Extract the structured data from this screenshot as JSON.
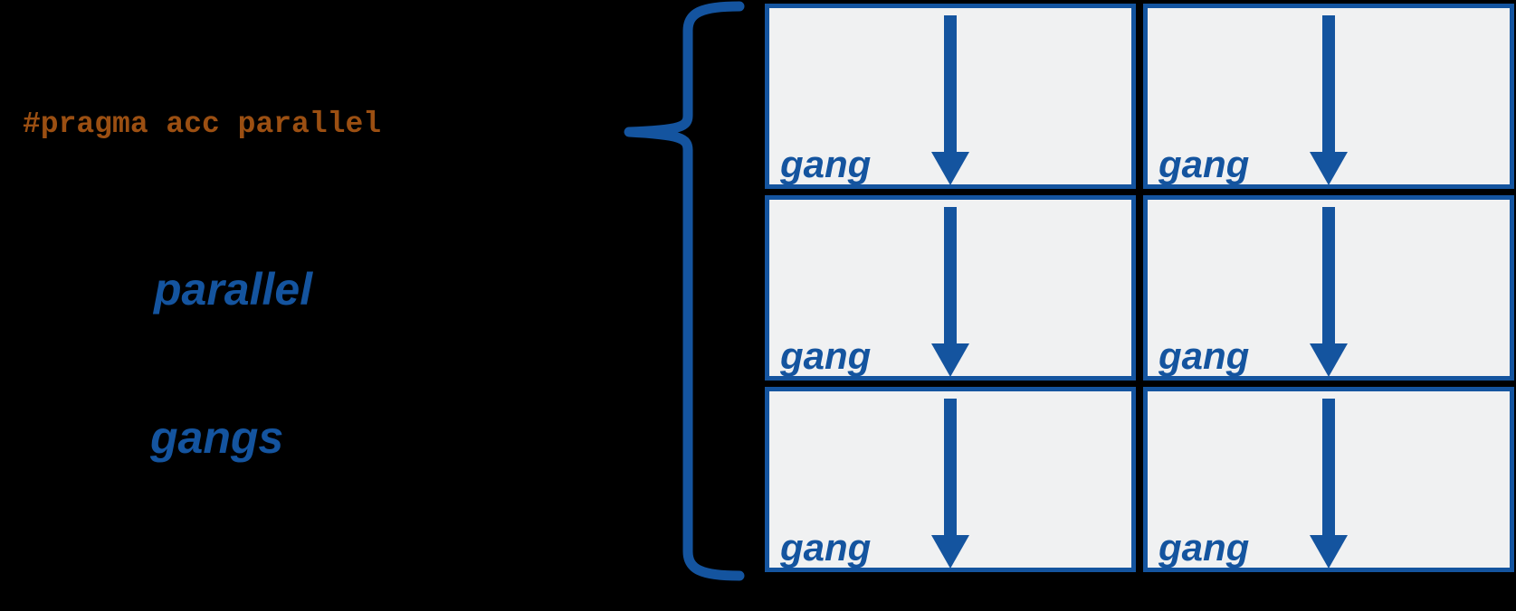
{
  "colors": {
    "background": "#000000",
    "blue": "#14549F",
    "orange": "#9B4F12",
    "boxfill": "#F0F1F2"
  },
  "labels": {
    "pragma_code": "#pragma acc parallel",
    "parallel": "parallel",
    "gangs": "gangs"
  },
  "grid": {
    "rows": 3,
    "cols": 2,
    "cells": [
      {
        "label": "gang"
      },
      {
        "label": "gang"
      },
      {
        "label": "gang"
      },
      {
        "label": "gang"
      },
      {
        "label": "gang"
      },
      {
        "label": "gang"
      }
    ]
  },
  "icons": {
    "brace": "curly-brace",
    "arrow": "down-arrow"
  }
}
